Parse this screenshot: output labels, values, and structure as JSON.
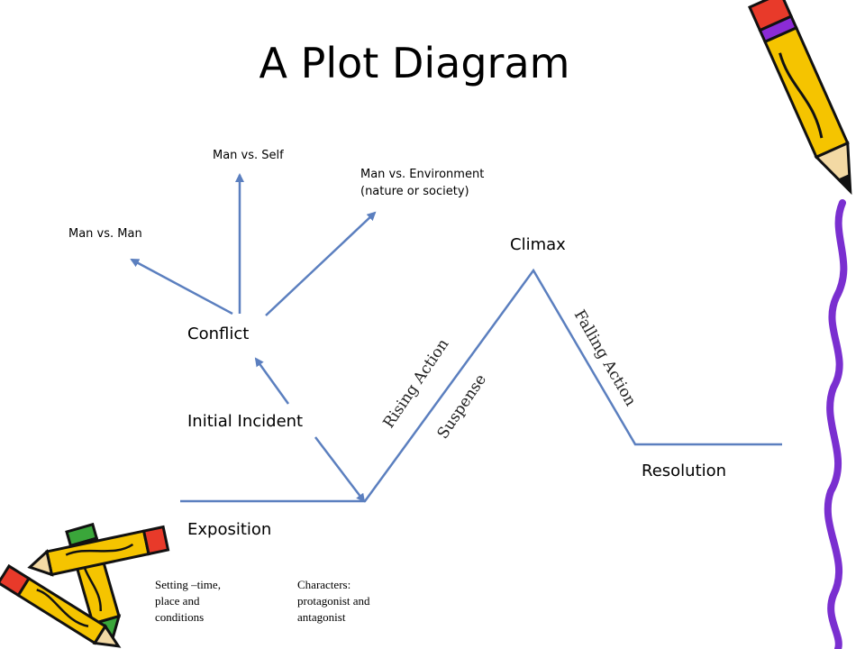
{
  "title": "A Plot Diagram",
  "stages": {
    "exposition": "Exposition",
    "initial_incident": "Initial Incident",
    "conflict": "Conflict",
    "climax": "Climax",
    "resolution": "Resolution",
    "rising_action": "Rising Action",
    "suspense": "Suspense",
    "falling_action": "Falling Action"
  },
  "conflict_types": {
    "man_vs_self": "Man vs. Self",
    "man_vs_man": "Man vs. Man",
    "man_vs_environment_line1": "Man vs. Environment",
    "man_vs_environment_line2": "(nature or society)"
  },
  "notes": {
    "setting": [
      "Setting –time,",
      "place and",
      "conditions"
    ],
    "characters": [
      "Characters:",
      "protagonist and",
      "antagonist"
    ]
  },
  "colors": {
    "plot_line": "#5b7fbf",
    "pencil_body": "#f5c400",
    "pencil_eraser": "#e83a2a",
    "pencil_outline": "#111111",
    "pencil_band": "#8b2bd6",
    "pencil_green": "#3aa63a",
    "right_border": "#7a2fd0"
  },
  "icons": [
    "pencil-icon",
    "pencil-icon",
    "pencil-icon"
  ]
}
